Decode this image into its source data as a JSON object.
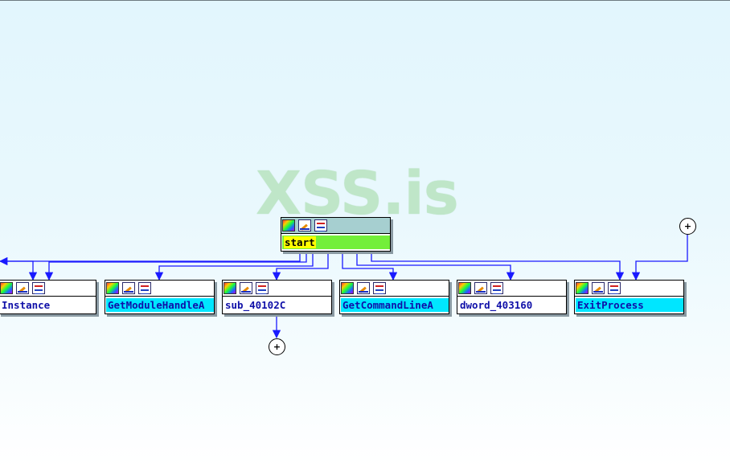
{
  "watermark": "XSS.is",
  "root_node": {
    "label": "start"
  },
  "call_nodes": [
    {
      "label": "Instance"
    },
    {
      "label": "GetModuleHandleA"
    },
    {
      "label": "sub_40102C"
    },
    {
      "label": "GetCommandLineA"
    },
    {
      "label": "dword_403160"
    },
    {
      "label": "ExitProcess"
    }
  ],
  "icons": [
    "color-palette-icon",
    "edit-node-icon",
    "graph-view-icon"
  ],
  "expand_buttons": [
    "+",
    "+"
  ],
  "colors": {
    "edge": "#1a1aff",
    "import_highlight": "#00e6ff",
    "root_highlight": "#73ef3a",
    "cursor_highlight": "#ffff00",
    "label_text": "#1010a8"
  }
}
